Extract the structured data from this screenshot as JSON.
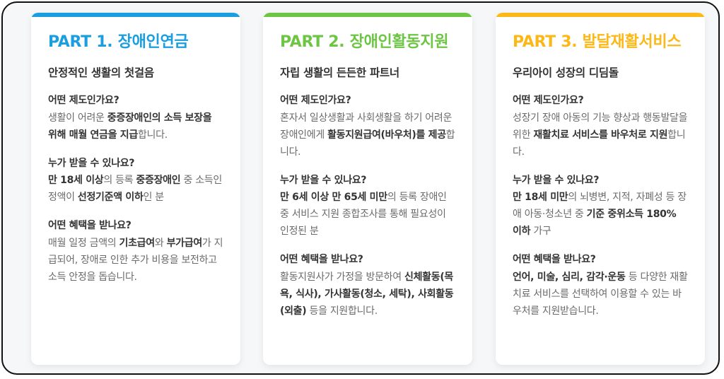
{
  "colors": {
    "part1": "#1a9ee0",
    "part2": "#6cc644",
    "part3": "#fbb817",
    "heading": "#333333",
    "body": "#6b6b6b"
  },
  "cards": [
    {
      "title": "PART 1. 장애인연금",
      "subtitle": "안정적인 생활의 첫걸음",
      "sections": [
        {
          "question": "어떤 제도인가요?",
          "answer": [
            {
              "text": "생활이 어려운 ",
              "bold": false
            },
            {
              "text": "중증장애인의 소득 보장을 위해 매월 연금을 지급",
              "bold": true
            },
            {
              "text": "합니다.",
              "bold": false
            }
          ]
        },
        {
          "question": "누가 받을 수 있나요?",
          "answer": [
            {
              "text": "만 18세 이상",
              "bold": true
            },
            {
              "text": "의 등록 ",
              "bold": false
            },
            {
              "text": "중증장애인",
              "bold": true
            },
            {
              "text": " 중 소득인정액이 ",
              "bold": false
            },
            {
              "text": "선정기준액 이하",
              "bold": true
            },
            {
              "text": "인 분",
              "bold": false
            }
          ]
        },
        {
          "question": "어떤 혜택을 받나요?",
          "answer": [
            {
              "text": "매월 일정 금액의 ",
              "bold": false
            },
            {
              "text": "기초급여",
              "bold": true
            },
            {
              "text": "와 ",
              "bold": false
            },
            {
              "text": "부가급여",
              "bold": true
            },
            {
              "text": "가 지급되어, 장애로 인한 추가 비용을 보전하고 소득 안정을 돕습니다.",
              "bold": false
            }
          ]
        }
      ]
    },
    {
      "title": "PART 2. 장애인활동지원",
      "subtitle": "자립 생활의 든든한 파트너",
      "sections": [
        {
          "question": "어떤 제도인가요?",
          "answer": [
            {
              "text": "혼자서 일상생활과 사회생활을 하기 어려운 장애인에게 ",
              "bold": false
            },
            {
              "text": "활동지원급여(바우처)를 제공",
              "bold": true
            },
            {
              "text": "합니다.",
              "bold": false
            }
          ]
        },
        {
          "question": "누가 받을 수 있나요?",
          "answer": [
            {
              "text": "만 6세 이상 만 65세 미만",
              "bold": true
            },
            {
              "text": "의 등록 장애인 중 서비스 지원 종합조사를 통해 필요성이 인정된 분",
              "bold": false
            }
          ]
        },
        {
          "question": "어떤 혜택을 받나요?",
          "answer": [
            {
              "text": "활동지원사가 가정을 방문하여 ",
              "bold": false
            },
            {
              "text": "신체활동(목욕, 식사), 가사활동(청소, 세탁), 사회활동(외출)",
              "bold": true
            },
            {
              "text": " 등을 지원합니다.",
              "bold": false
            }
          ]
        }
      ]
    },
    {
      "title": "PART 3. 발달재활서비스",
      "subtitle": "우리아이 성장의 디딤돌",
      "sections": [
        {
          "question": "어떤 제도인가요?",
          "answer": [
            {
              "text": "성장기 장애 아동의 기능 향상과 행동발달을 위한 ",
              "bold": false
            },
            {
              "text": "재활치료 서비스를 바우처로 지원",
              "bold": true
            },
            {
              "text": "합니다.",
              "bold": false
            }
          ]
        },
        {
          "question": "누가 받을 수 있나요?",
          "answer": [
            {
              "text": "만 18세 미만",
              "bold": true
            },
            {
              "text": "의 뇌병변, 지적, 자폐성 등 장애 아동·청소년 중 ",
              "bold": false
            },
            {
              "text": "기준 중위소득 180% 이하",
              "bold": true
            },
            {
              "text": " 가구",
              "bold": false
            }
          ]
        },
        {
          "question": "어떤 혜택을 받나요?",
          "answer": [
            {
              "text": "언어, 미술, 심리, 감각·운동",
              "bold": true
            },
            {
              "text": " 등 다양한 재활치료 서비스를 선택하여 이용할 수 있는 바우처를 지원받습니다.",
              "bold": false
            }
          ]
        }
      ]
    }
  ]
}
